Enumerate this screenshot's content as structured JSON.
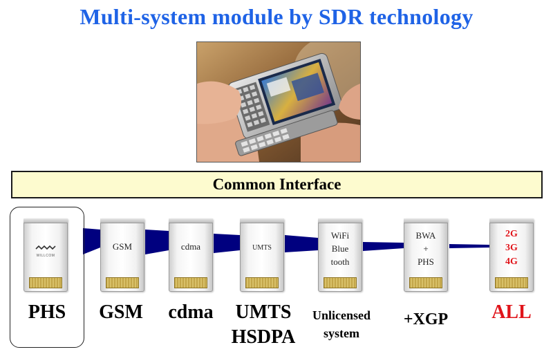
{
  "title": "Multi-system module by SDR technology",
  "bar_label": "Common Interface",
  "colors": {
    "title": "#1f63e6",
    "bar_fill": "#fdfbcf",
    "connector": "#00007f",
    "highlight": "#e0141a"
  },
  "modules": [
    {
      "card_text": [],
      "logo": "WILLCOM",
      "label": [
        "PHS"
      ]
    },
    {
      "card_text": [
        "GSM"
      ],
      "label": [
        "GSM"
      ]
    },
    {
      "card_text": [
        "cdma"
      ],
      "label": [
        "cdma"
      ]
    },
    {
      "card_text": [
        "UMTS"
      ],
      "label": [
        "UMTS",
        "HSDPA"
      ]
    },
    {
      "card_text": [
        "WiFi",
        "Blue",
        "tooth"
      ],
      "label": [
        "Unlicensed",
        "system"
      ]
    },
    {
      "card_text": [
        "BWA",
        "+",
        "PHS"
      ],
      "label": [
        "+XGP"
      ]
    },
    {
      "card_text": [
        "2G",
        "3G",
        "4G"
      ],
      "label": [
        "ALL"
      ]
    }
  ]
}
